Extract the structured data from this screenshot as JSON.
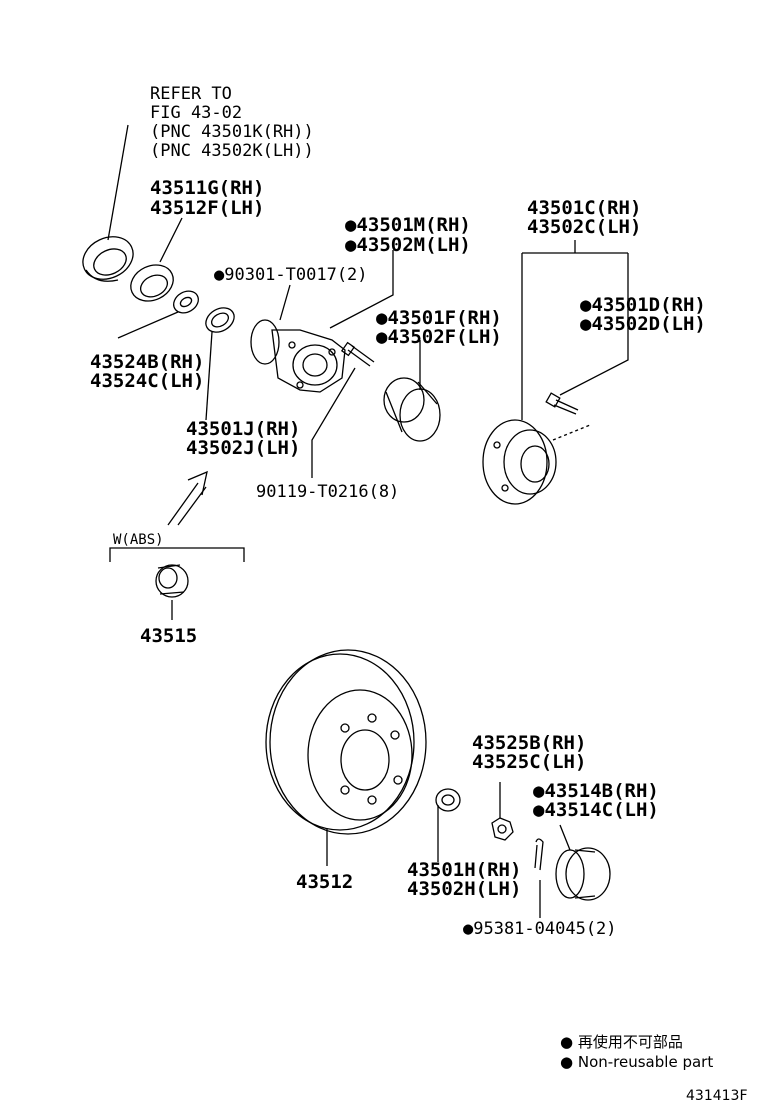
{
  "refer": {
    "line1": "REFER TO",
    "line2": "FIG 43-02",
    "line3": "(PNC 43501K(RH))",
    "line4": "(PNC 43502K(LH))"
  },
  "parts": {
    "p43511G": "43511G(RH)",
    "p43512F": "43512F(LH)",
    "p90301": "●90301-T0017(2)",
    "p43501M": "●43501M(RH)",
    "p43502M": "●43502M(LH)",
    "p43501C": "43501C(RH)",
    "p43502C": "43502C(LH)",
    "p43501F": "●43501F(RH)",
    "p43502F": "●43502F(LH)",
    "p43501D": "●43501D(RH)",
    "p43502D": "●43502D(LH)",
    "p43524B": "43524B(RH)",
    "p43524C": "43524C(LH)",
    "p43501J": "43501J(RH)",
    "p43502J": "43502J(LH)",
    "p90119": "90119-T0216(8)",
    "wabs": "W(ABS)",
    "p43515": "43515",
    "p43525B": "43525B(RH)",
    "p43525C": "43525C(LH)",
    "p43514B": "●43514B(RH)",
    "p43514C": "●43514C(LH)",
    "p43512": "43512",
    "p43501H": "43501H(RH)",
    "p43502H": "43502H(LH)",
    "p95381": "●95381-04045(2)"
  },
  "legend": {
    "jp": "● 再使用不可部品",
    "en": "● Non-reusable part"
  },
  "figure_id": "431413F"
}
